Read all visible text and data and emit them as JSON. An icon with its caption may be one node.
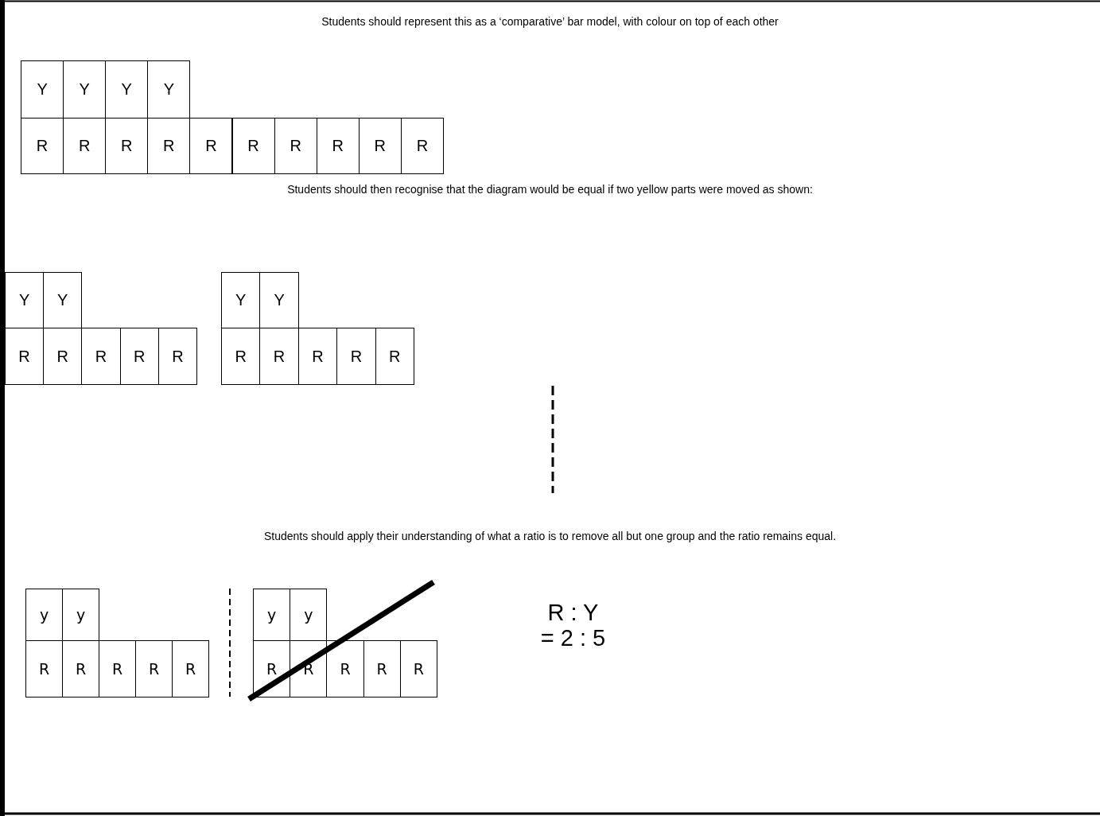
{
  "diagram": {
    "nodes": [
      {
        "text": [
          "Y"
        ]
      },
      {
        "text": [
          "Y"
        ]
      },
      {
        "text": [
          "Y"
        ]
      },
      {
        "text": [
          "Y"
        ]
      },
      {
        "text": [
          "R"
        ]
      },
      {
        "text": [
          "R"
        ]
      },
      {
        "text": [
          "R"
        ]
      },
      {
        "text": [
          "R"
        ]
      },
      {
        "text": [
          "R"
        ]
      },
      {
        "text": [
          "R"
        ]
      },
      {
        "text": [
          "R"
        ]
      },
      {
        "text": [
          "R"
        ]
      },
      {
        "text": [
          "R"
        ]
      },
      {
        "text": [
          "R"
        ]
      },
      {
        "text": [
          "Y"
        ]
      },
      {
        "text": [
          "Y"
        ]
      },
      {
        "text": [
          "R"
        ]
      },
      {
        "text": [
          "R"
        ]
      },
      {
        "text": [
          "R"
        ]
      },
      {
        "text": [
          "R"
        ]
      },
      {
        "text": [
          "R"
        ]
      },
      {
        "text": [
          "Y"
        ]
      },
      {
        "text": [
          "Y"
        ]
      },
      {
        "text": [
          "R"
        ]
      },
      {
        "text": [
          "R"
        ]
      },
      {
        "text": [
          "R"
        ]
      },
      {
        "text": [
          "R"
        ]
      },
      {
        "text": [
          "R"
        ]
      },
      {
        "text": [
          "y"
        ]
      },
      {
        "text": [
          "y"
        ]
      },
      {
        "text": [
          "R"
        ]
      },
      {
        "text": [
          "R"
        ]
      },
      {
        "text": [
          "R"
        ]
      },
      {
        "text": [
          "R"
        ]
      },
      {
        "text": [
          "R"
        ]
      },
      {
        "text": [
          "y"
        ]
      },
      {
        "text": [
          "y"
        ]
      },
      {
        "text": [
          "R"
        ]
      },
      {
        "text": [
          "R"
        ]
      },
      {
        "text": [
          "R"
        ]
      },
      {
        "text": [
          "R"
        ]
      },
      {
        "text": [
          "R"
        ]
      }
    ],
    "edges": [],
    "labels": [
      "Students should represent this as a ‘comparative’ bar model, with colour on top of each other",
      "Students should then recognise that the diagram would be equal if two yellow parts were moved as shown:",
      "Students should apply their understanding of what a ratio is to remove all but one group and the ratio remains equal.",
      "R : Y",
      "= 2 : 5"
    ]
  }
}
